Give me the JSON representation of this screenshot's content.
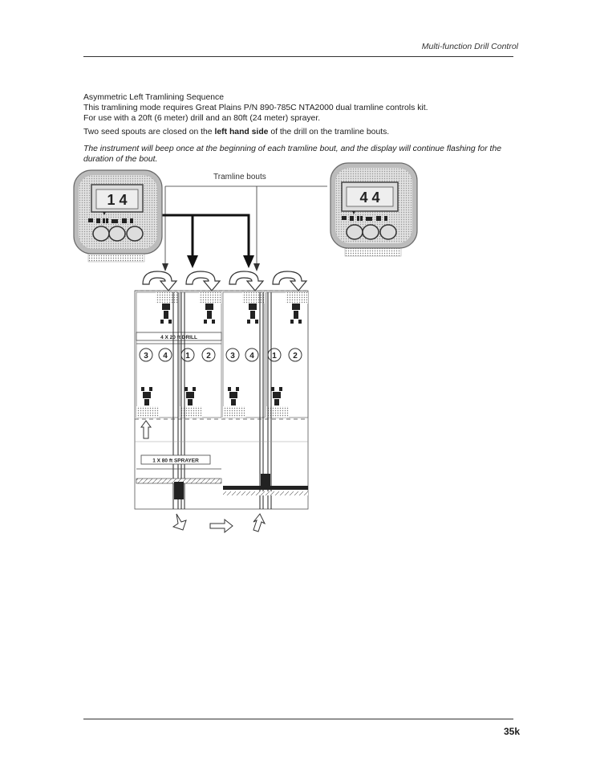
{
  "header": {
    "title": "Multi-function Drill Control"
  },
  "content": {
    "heading": "Asymmetric Left Tramlining Sequence",
    "line1": "This tramlining mode requires Great Plains P/N 890-785C NTA2000 dual tramline controls kit.",
    "line2": "For use with a 20ft (6 meter) drill and an 80ft (24 meter) sprayer.",
    "line3_pre": "Two seed spouts are closed on the ",
    "line3_bold": "left hand side",
    "line3_post": " of the drill on the tramline bouts.",
    "note": "The instrument will beep once at the beginning of each tramline bout, and the display will continue flashing for the duration of the bout."
  },
  "diagram": {
    "callout": "Tramline bouts",
    "left_display": "1 4",
    "right_display": "4 4",
    "drill_label": "4 X 20 ft DRILL",
    "sprayer_label": "1 X 80 ft SPRAYER",
    "bout_numbers": [
      "3",
      "4",
      "1",
      "2",
      "3",
      "4",
      "1",
      "2"
    ]
  },
  "footer": {
    "page_number": "35k"
  }
}
